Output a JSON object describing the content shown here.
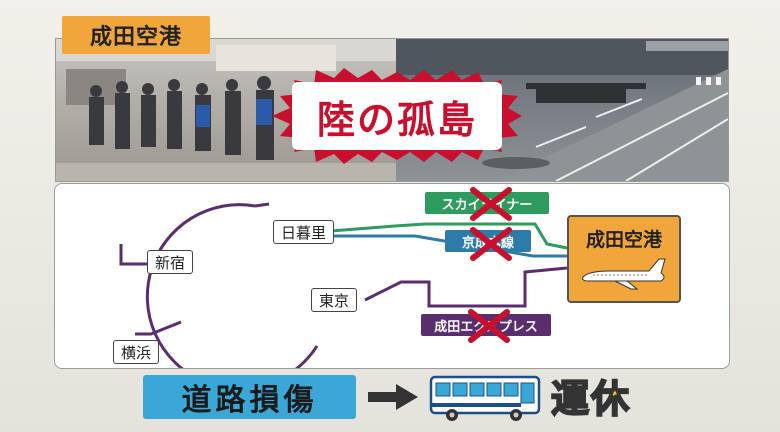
{
  "location_tag": "成田空港",
  "headline": "陸の孤島",
  "map": {
    "stations": {
      "nippori": "日暮里",
      "shinjuku": "新宿",
      "tokyo": "東京",
      "yokohama": "横浜"
    },
    "lines": {
      "skyliner": "スカイライナー",
      "keisei": "京成本線",
      "nex": "成田エクスプレス"
    },
    "airport": "成田空港",
    "line_colors": {
      "skyliner": "#2e9c5e",
      "keisei": "#2c7ba8",
      "nex": "#5a2d6e",
      "cross": "#c8102e"
    }
  },
  "bottom": {
    "cause": "道路損傷",
    "result": "運休"
  }
}
